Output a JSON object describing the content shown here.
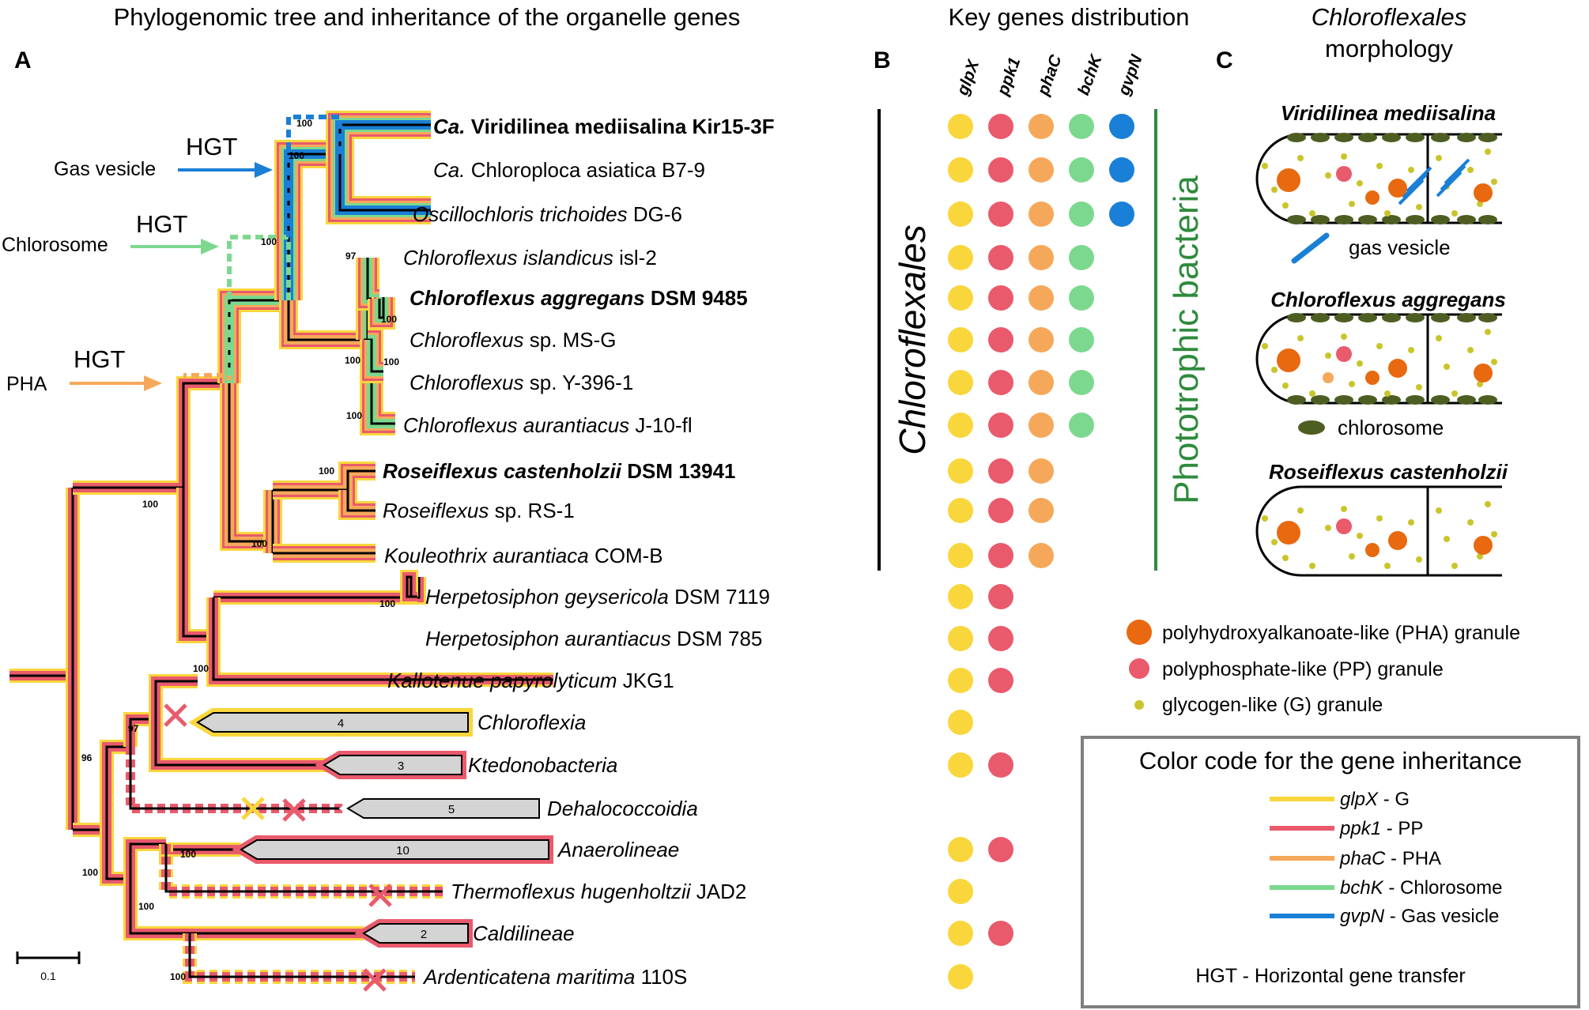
{
  "panel_a": {
    "title": "Phylogenomic tree and inheritance of the organelle genes",
    "letter": "A",
    "hgt_events": [
      {
        "target": "Gas vesicle",
        "label": "HGT"
      },
      {
        "target": "Chlorosome",
        "label": "HGT"
      },
      {
        "target": "PHA",
        "label": "HGT"
      }
    ],
    "scale_label": "0.1",
    "group_label": "Chloroflexales",
    "taxa": [
      {
        "prefix": "Ca.",
        "rest": " Viridilinea mediisalina Kir15-3F",
        "bold": true
      },
      {
        "prefix": "Ca.",
        "rest": " Chloroploca asiatica B7-9"
      },
      {
        "italic": "Oscillochloris trichoides",
        "strain": " DG-6"
      },
      {
        "italic": "Chloroflexus islandicus",
        "strain": " isl-2"
      },
      {
        "italic": "Chloroflexus aggregans",
        "strain": " DSM 9485",
        "bold": true
      },
      {
        "italic": "Chloroflexus",
        "strain": " sp. MS-G"
      },
      {
        "italic": "Chloroflexus",
        "strain": " sp. Y-396-1"
      },
      {
        "italic": "Chloroflexus aurantiacus",
        "strain": " J-10-fl"
      },
      {
        "italic": "Roseiflexus castenholzii",
        "strain": " DSM 13941",
        "bold": true
      },
      {
        "italic": "Roseiflexus",
        "strain": " sp. RS-1"
      },
      {
        "italic": "Kouleothrix aurantiaca",
        "strain": " COM-B"
      },
      {
        "italic": "Herpetosiphon geysericola",
        "strain": " DSM 7119"
      },
      {
        "italic": "Herpetosiphon aurantiacus",
        "strain": " DSM 785"
      },
      {
        "italic": "Kallotenue papyrolyticum",
        "strain": " JKG1"
      },
      {
        "italic": "Chloroflexia",
        "strain": "",
        "collapsed": "4"
      },
      {
        "italic": "Ktedonobacteria",
        "strain": "",
        "collapsed": "3"
      },
      {
        "italic": "Dehalococcoidia",
        "strain": "",
        "collapsed": "5"
      },
      {
        "italic": "Anaerolineae",
        "strain": "",
        "collapsed": "10"
      },
      {
        "italic": "Thermoflexus hugenholtzii",
        "strain": " JAD2"
      },
      {
        "italic": "Caldilineae",
        "strain": "",
        "collapsed": "2"
      },
      {
        "italic": "Ardenticatena maritima",
        "strain": " 110S"
      }
    ],
    "bootstrap": [
      "100",
      "100",
      "100",
      "97",
      "100",
      "100",
      "100",
      "100",
      "100",
      "100",
      "100",
      "100",
      "100",
      "97",
      "96",
      "100",
      "100",
      "100",
      "100"
    ]
  },
  "panel_b": {
    "title": "Key genes distribution",
    "letter": "B",
    "genes": [
      "glpX",
      "ppk1",
      "phaC",
      "bchK",
      "gvpN"
    ],
    "gene_colors": [
      "#f9d63c",
      "#e95a6c",
      "#f6a85a",
      "#7dd88f",
      "#1a7fd6"
    ],
    "presence": [
      [
        1,
        1,
        1,
        1,
        1
      ],
      [
        1,
        1,
        1,
        1,
        1
      ],
      [
        1,
        1,
        1,
        1,
        1
      ],
      [
        1,
        1,
        1,
        1,
        0
      ],
      [
        1,
        1,
        1,
        1,
        0
      ],
      [
        1,
        1,
        1,
        1,
        0
      ],
      [
        1,
        1,
        1,
        1,
        0
      ],
      [
        1,
        1,
        1,
        1,
        0
      ],
      [
        1,
        1,
        1,
        0,
        0
      ],
      [
        1,
        1,
        1,
        0,
        0
      ],
      [
        1,
        1,
        1,
        0,
        0
      ],
      [
        1,
        1,
        0,
        0,
        0
      ],
      [
        1,
        1,
        0,
        0,
        0
      ],
      [
        1,
        1,
        0,
        0,
        0
      ],
      [
        1,
        0,
        0,
        0,
        0
      ],
      [
        1,
        1,
        0,
        0,
        0
      ],
      [
        0,
        0,
        0,
        0,
        0
      ],
      [
        1,
        1,
        0,
        0,
        0
      ],
      [
        1,
        0,
        0,
        0,
        0
      ],
      [
        1,
        1,
        0,
        0,
        0
      ],
      [
        1,
        0,
        0,
        0,
        0
      ]
    ],
    "group_label": "Phototrophic bacteria"
  },
  "panel_c": {
    "title_italic": "Chloroflexales",
    "title_rest": "morphology",
    "letter": "C",
    "cells": [
      "Viridilinea mediisalina",
      "Chloroflexus aggregans",
      "Roseiflexus castenholzii"
    ],
    "gas_vesicle_label": "gas vesicle",
    "chlorosome_label": "chlorosome",
    "granules": [
      {
        "label": "polyhydroxyalkanoate-like (PHA) granule",
        "color": "#e8690f"
      },
      {
        "label": "polyphosphate-like (PP) granule",
        "color": "#e95a6c"
      },
      {
        "label": "glycogen-like (G) granule",
        "color": "#c9c52a"
      }
    ]
  },
  "legend": {
    "title": "Color code for the gene inheritance",
    "entries": [
      {
        "gene": "glpX",
        "desc": " - G",
        "color": "#f9d63c"
      },
      {
        "gene": "ppk1",
        "desc": " - PP",
        "color": "#e95a6c"
      },
      {
        "gene": "phaC",
        "desc": " - PHA",
        "color": "#f6a85a"
      },
      {
        "gene": "bchK",
        "desc": " - Chlorosome",
        "color": "#7dd88f"
      },
      {
        "gene": "gvpN",
        "desc": " - Gas vesicle",
        "color": "#1a7fd6"
      }
    ],
    "footer": "HGT - Horizontal gene transfer"
  }
}
